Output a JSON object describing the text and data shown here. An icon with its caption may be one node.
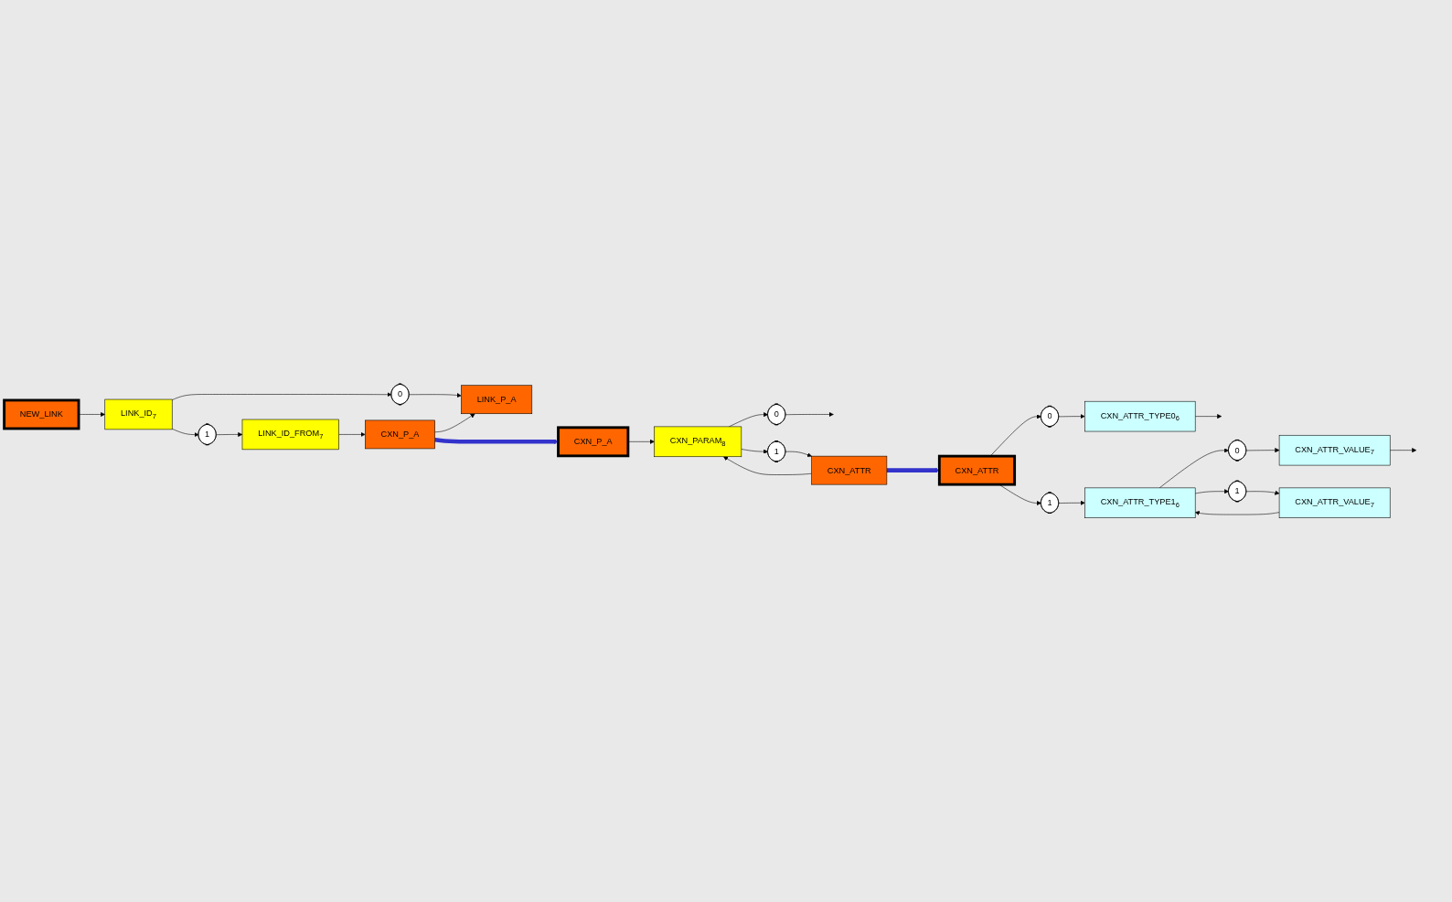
{
  "diagram": {
    "nodes": [
      {
        "text": [
          "NEW_LINK"
        ]
      },
      {
        "text": [
          "LINK_ID$_{7}$"
        ]
      },
      {
        "text": [
          "0"
        ]
      },
      {
        "text": [
          "1"
        ]
      },
      {
        "text": [
          "LINK_ID_FROM$_{7}$"
        ]
      },
      {
        "text": [
          "CXN_P_A"
        ]
      },
      {
        "text": [
          "LINK_P_A"
        ]
      },
      {
        "text": [
          "CXN_P_A"
        ]
      },
      {
        "text": [
          "CXN_PARAM$_{8}$"
        ]
      },
      {
        "text": [
          "0"
        ]
      },
      {
        "text": [
          "1"
        ]
      },
      {
        "text": [
          "CXN_ATTR"
        ]
      },
      {
        "text": [
          "CXN_ATTR"
        ]
      },
      {
        "text": [
          "0"
        ]
      },
      {
        "text": [
          "1"
        ]
      },
      {
        "text": [
          "CXN_ATTR_TYPE0$_{6}$"
        ]
      },
      {
        "text": [
          "CXN_ATTR_TYPE1$_{6}$"
        ]
      },
      {
        "text": [
          "0"
        ]
      },
      {
        "text": [
          "1"
        ]
      },
      {
        "text": [
          "CXN_ATTR_VALUE$_{7}$"
        ]
      },
      {
        "text": [
          "CXN_ATTR_VALUE$_{7}$"
        ]
      }
    ],
    "edges": [
      {
        "from": 0,
        "to": 1,
        "arrow": "to"
      },
      {
        "from": 1,
        "to": 2,
        "arrow": "to"
      },
      {
        "from": 1,
        "to": 3,
        "arrow": "to"
      },
      {
        "from": 2,
        "to": 6,
        "arrow": "to"
      },
      {
        "from": 3,
        "to": 4,
        "arrow": "to"
      },
      {
        "from": 4,
        "to": 5,
        "arrow": "to"
      },
      {
        "from": 5,
        "to": 6,
        "arrow": "to"
      },
      {
        "from": 5,
        "to": 7,
        "arrow": "to",
        "style": "thick",
        "color": "#3333cc"
      },
      {
        "from": 7,
        "to": 8,
        "arrow": "to"
      },
      {
        "from": 8,
        "to": 9,
        "arrow": "to"
      },
      {
        "from": 8,
        "to": 10,
        "arrow": "to"
      },
      {
        "from": 9,
        "to": null,
        "arrow": "to"
      },
      {
        "from": 10,
        "to": 11,
        "arrow": "to"
      },
      {
        "from": 11,
        "to": 8,
        "arrow": "to"
      },
      {
        "from": 11,
        "to": 12,
        "arrow": "to",
        "style": "thick",
        "color": "#3333cc"
      },
      {
        "from": 12,
        "to": 13,
        "arrow": "to"
      },
      {
        "from": 12,
        "to": 14,
        "arrow": "to"
      },
      {
        "from": 13,
        "to": 15,
        "arrow": "to"
      },
      {
        "from": 14,
        "to": 16,
        "arrow": "to"
      },
      {
        "from": 15,
        "to": null,
        "arrow": "to"
      },
      {
        "from": 16,
        "to": 17,
        "arrow": "to"
      },
      {
        "from": 16,
        "to": 18,
        "arrow": "to"
      },
      {
        "from": 17,
        "to": 19,
        "arrow": "to"
      },
      {
        "from": 18,
        "to": 20,
        "arrow": "to"
      },
      {
        "from": 19,
        "to": null,
        "arrow": "to"
      },
      {
        "from": 20,
        "to": 16,
        "arrow": "to"
      }
    ]
  }
}
